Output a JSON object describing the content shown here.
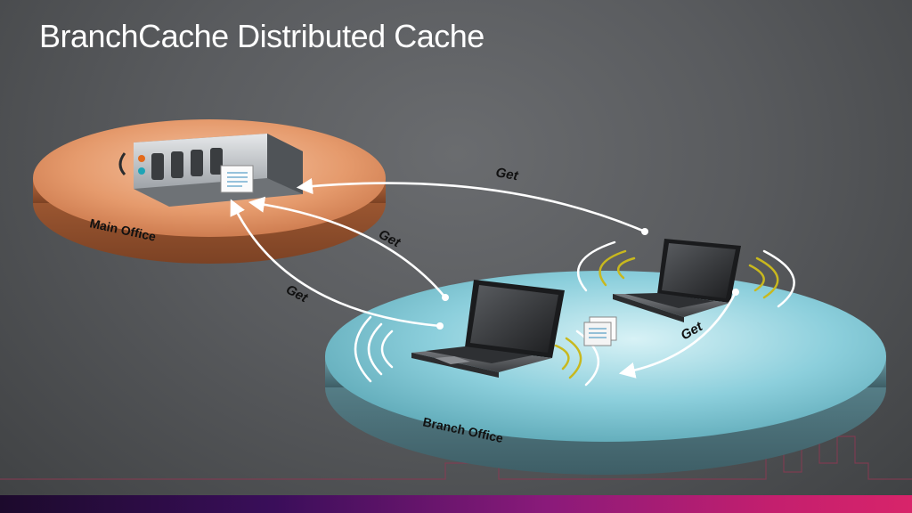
{
  "title": "BranchCache Distributed Cache",
  "platforms": {
    "main": "Main Office",
    "branch": "Branch Office"
  },
  "arrows": {
    "get1": "Get",
    "get2": "Get",
    "get3": "Get",
    "get4": "Get"
  },
  "icons": [
    "server-icon",
    "laptop-icon",
    "document-icon",
    "wifi-icon"
  ]
}
